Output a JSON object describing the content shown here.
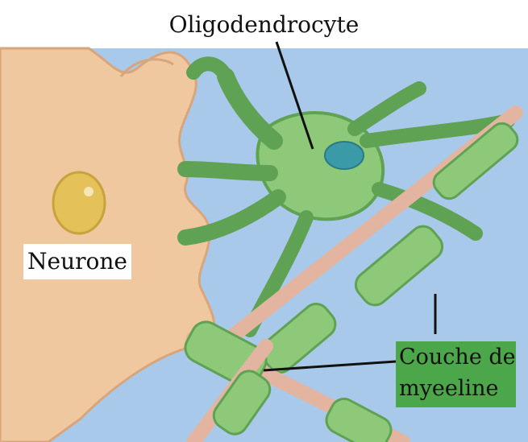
{
  "labels": {
    "oligodendrocyte": "Oligodendrocyte",
    "neuron": "Neurone",
    "myelin_line1": "Couche de",
    "myelin_line2": "myeeline"
  },
  "colors": {
    "background": "#a9c9ea",
    "neuron_body": "#f0c8a0",
    "nucleus": "#e5c15a",
    "oligodendrocyte": "#8ec97a",
    "oligo_nucleus": "#3a9aa8",
    "myelin_label_bg": "#4ca64a",
    "axon_node": "#e3b5a0",
    "leader_line": "#111111"
  }
}
